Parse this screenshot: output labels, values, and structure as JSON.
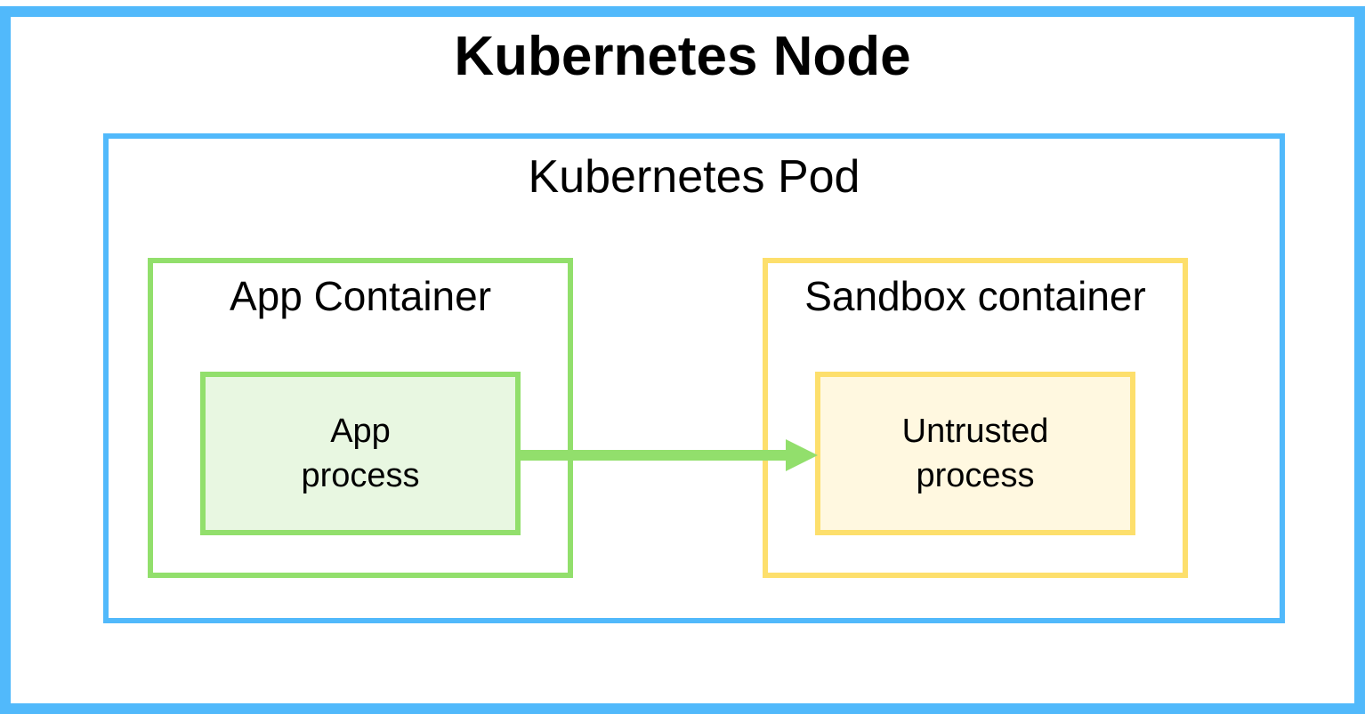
{
  "diagram": {
    "node": {
      "title": "Kubernetes Node",
      "color": "#51b9fb"
    },
    "pod": {
      "title": "Kubernetes Pod",
      "color": "#51b9fb"
    },
    "app_container": {
      "title": "App Container",
      "color": "#92df6c",
      "process": {
        "line1": "App",
        "line2": "process",
        "fill": "#e8f7e1"
      }
    },
    "sandbox_container": {
      "title": "Sandbox container",
      "color": "#fddf6c",
      "process": {
        "line1": "Untrusted",
        "line2": "process",
        "fill": "#fff8e0"
      }
    },
    "edges": [
      {
        "from": "App process",
        "to": "Untrusted process",
        "color": "#92df6c",
        "style": "arrow"
      }
    ]
  }
}
